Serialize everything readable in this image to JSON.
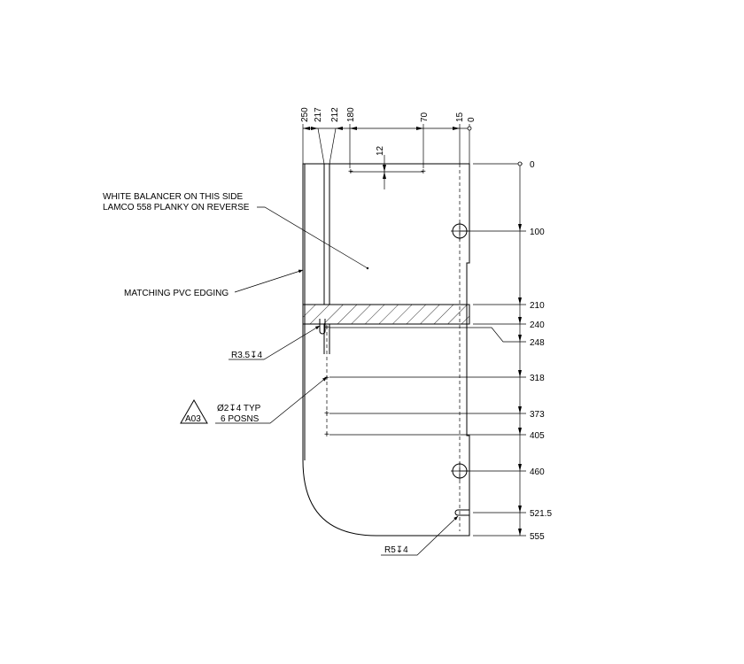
{
  "top_dims": [
    "250",
    "217",
    "212",
    "180",
    "70",
    "15",
    "0"
  ],
  "right_dims": [
    "0",
    "100",
    "210",
    "240",
    "248",
    "318",
    "373",
    "405",
    "460",
    "521.5",
    "555"
  ],
  "small_dim": "12",
  "notes": {
    "balancer_line1": "WHITE BALANCER ON THIS SIDE",
    "balancer_line2": "LAMCO 558 PLANKY ON REVERSE",
    "edging": "MATCHING PVC EDGING",
    "r35": "R3.5↧4",
    "hole_line1": "Ø2↧4 TYP",
    "hole_line2": "6 POSNS",
    "r5": "R5↧4",
    "tag": "A03"
  }
}
